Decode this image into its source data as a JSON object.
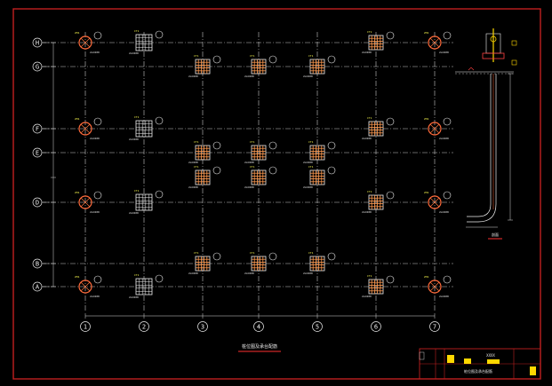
{
  "drawing": {
    "main_title": "桩位图及承台配筋",
    "section_title": "剖面",
    "axis_letters": [
      "H",
      "G",
      "F",
      "E",
      "D",
      "B",
      "A"
    ],
    "axis_numbers": [
      "1",
      "2",
      "3",
      "4",
      "5",
      "6",
      "7"
    ],
    "pile_label": "ZH1",
    "cap_label": "CT1",
    "rebar_note": "2x⌀200",
    "title_block": {
      "row1": "XXXX",
      "row2": "桩位图及承台配筋"
    }
  },
  "colors": {
    "frame": "#c02020",
    "pile": "#ff6a3a",
    "rebar": "#ff9a50",
    "highlight": "#ffff50",
    "title_block_fill": "#ffd800"
  }
}
